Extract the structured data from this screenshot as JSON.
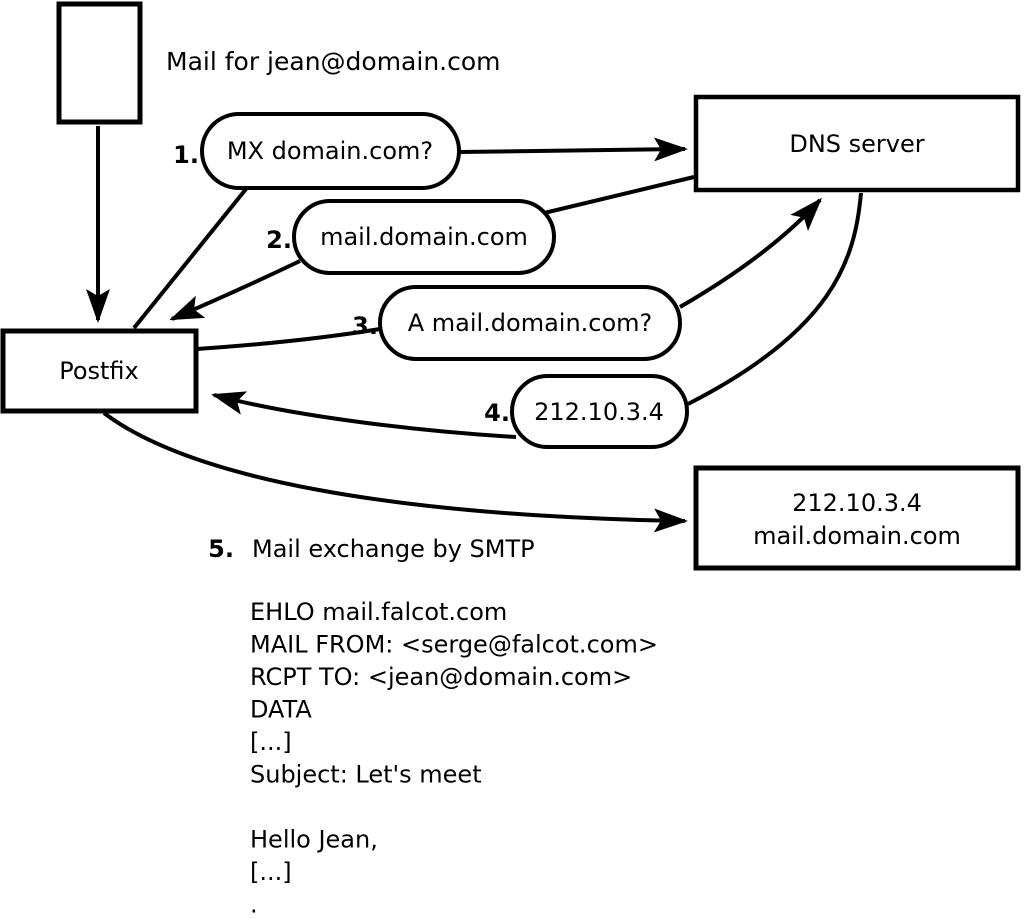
{
  "colors": {
    "background": "#ffffff",
    "ink": "#000000"
  },
  "title": "Mail for jean@domain.com",
  "nodes": {
    "postfix": {
      "label": "Postfix"
    },
    "dns_server": {
      "label": "DNS server"
    },
    "mail_server": {
      "line1": "212.10.3.4",
      "line2": "mail.domain.com"
    }
  },
  "steps": [
    {
      "num": "1.",
      "label": "MX domain.com?"
    },
    {
      "num": "2.",
      "label": "mail.domain.com"
    },
    {
      "num": "3.",
      "label": "A mail.domain.com?"
    },
    {
      "num": "4.",
      "label": "212.10.3.4"
    },
    {
      "num": "5.",
      "label": "Mail exchange by SMTP"
    }
  ],
  "smtp": {
    "lines": [
      "EHLO mail.falcot.com",
      "MAIL FROM: <serge@falcot.com>",
      "RCPT TO: <jean@domain.com>",
      "DATA",
      "[...]",
      "Subject: Let's meet",
      "",
      "Hello Jean,",
      "[...]",
      "."
    ]
  }
}
